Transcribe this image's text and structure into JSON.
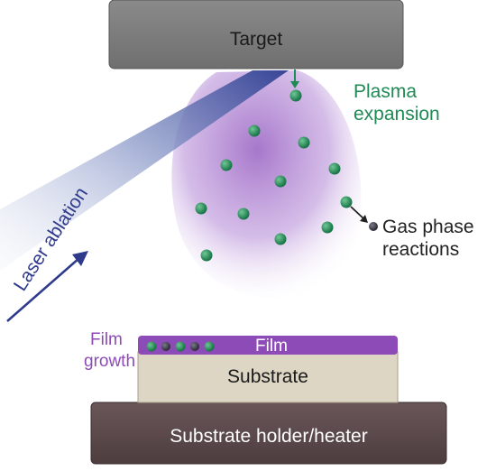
{
  "labels": {
    "target": "Target",
    "plasma_line1": "Plasma",
    "plasma_line2": "expansion",
    "laser": "Laser ablation",
    "gas_line1": "Gas phase",
    "gas_line2": "reactions",
    "film_growth_line1": "Film",
    "film_growth_line2": "growth",
    "film": "Film",
    "substrate": "Substrate",
    "holder": "Substrate holder/heater"
  },
  "colors": {
    "target_fill": "#7a7a7a",
    "plasma_center": "#a270c8",
    "particle": "#1f8a55",
    "green_text": "#1f8a55",
    "purple_text": "#8d4bb8",
    "laser_text": "#2e3a8c",
    "film_fill": "#8d4bb8",
    "substrate_fill": "#ddd6c4",
    "holder_fill": "#5c4a4c"
  },
  "icons": {
    "laser_arrow": "arrow-up-right-icon",
    "drop_arrow": "arrow-down-icon",
    "reaction_arrow": "arrow-down-right-icon",
    "gas_particle": "dark-dot-icon"
  }
}
